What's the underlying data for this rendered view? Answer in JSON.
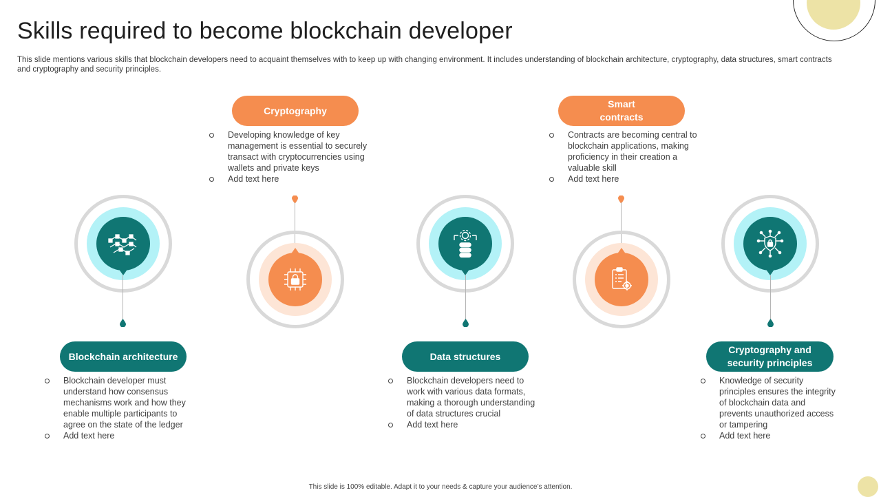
{
  "page": {
    "title": "Skills required to become blockchain developer",
    "subtitle": "This slide mentions various skills that blockchain developers need to acquaint themselves with to keep up with changing environment. It includes understanding of blockchain architecture, cryptography, data structures, smart contracts and cryptography and security principles.",
    "footer": "This slide is 100% editable.  Adapt it to your needs & capture your audience’s attention."
  },
  "colors": {
    "teal": "#107673",
    "teal_light": "#b3f2f7",
    "orange": "#f58d4f",
    "orange_light": "#fde5d6",
    "ring_gray": "#d9d9d9",
    "accent_yellow": "#ede3a6"
  },
  "skills": [
    {
      "label": "Blockchain architecture",
      "icon": "blockchain-network-icon",
      "bullets": [
        "Blockchain developer  must understand  how consensus mechanisms work and how they enable multiple participants to agree on the state of the ledger",
        "Add text here"
      ]
    },
    {
      "label": "Cryptography",
      "icon": "chip-lock-icon",
      "bullets": [
        "Developing  knowledge of key management  is essential to securely transact with cryptocurrencies using wallets and private keys",
        "Add text here"
      ]
    },
    {
      "label": "Data structures",
      "icon": "database-gear-icon",
      "bullets": [
        "Blockchain developers  need to work with various  data formats, making a thorough understanding of data structures crucial",
        "Add text here"
      ]
    },
    {
      "label": "Smart contracts",
      "icon": "contract-document-icon",
      "bullets": [
        "Contracts are becoming central to blockchain applications, making proficiency  in their creation a valuable  skill",
        "Add text here"
      ]
    },
    {
      "label": "Cryptography and security principles",
      "icon": "security-shield-network-icon",
      "bullets": [
        "Knowledge of security principles ensures the integrity of blockchain data and prevents  unauthorized access or tampering",
        "Add text here"
      ]
    }
  ]
}
